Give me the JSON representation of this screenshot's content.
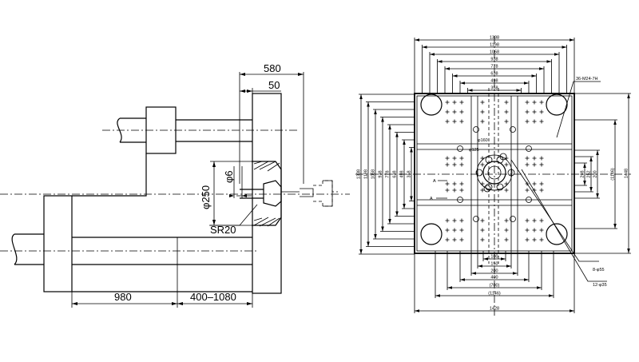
{
  "left_view": {
    "dim_580": "580",
    "dim_50": "50",
    "dim_phi6": "φ6",
    "dim_phi250": "φ250",
    "dim_sr20": "SR20",
    "dim_980": "980",
    "dim_400_1080": "400–1080"
  },
  "right_view": {
    "top_dims": [
      "1338",
      "1198",
      "1058",
      "938",
      "778",
      "638",
      "498",
      "358"
    ],
    "left_dims": [
      "1338",
      "1198",
      "1058",
      "938",
      "778",
      "638",
      "498",
      "358"
    ],
    "right_dims": [
      "298",
      "252",
      "200",
      "(1146)",
      "1448"
    ],
    "bottom_dims": [
      "100",
      "150",
      "200",
      "400",
      "(700)",
      "(1146)",
      "1428"
    ],
    "callout_tapped_holes": "36-M24-7H",
    "callout_8_holes": "8-φ55",
    "callout_12_holes": "12-φ35",
    "label_phi125": "φ125",
    "label_phi160": "φ160",
    "label_a1": "A",
    "label_a2": "A"
  }
}
